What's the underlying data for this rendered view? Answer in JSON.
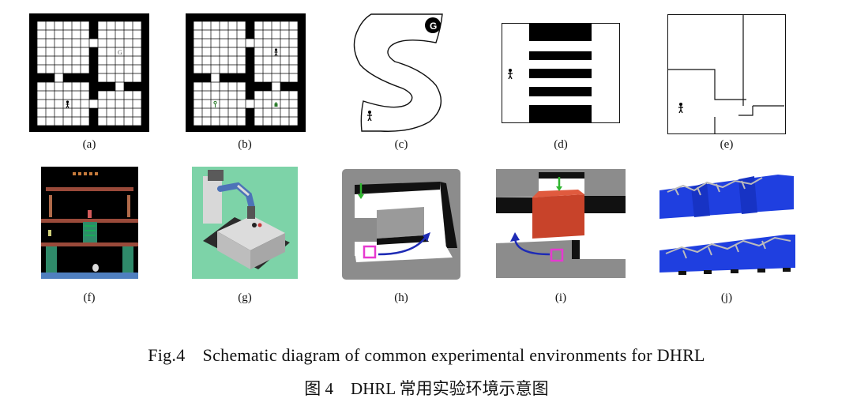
{
  "panels": [
    {
      "id": "a",
      "label": "(a)"
    },
    {
      "id": "b",
      "label": "(b)"
    },
    {
      "id": "c",
      "label": "(c)",
      "goal_text": "G"
    },
    {
      "id": "d",
      "label": "(d)"
    },
    {
      "id": "e",
      "label": "(e)"
    },
    {
      "id": "f",
      "label": "(f)"
    },
    {
      "id": "g",
      "label": "(g)"
    },
    {
      "id": "h",
      "label": "(h)"
    },
    {
      "id": "i",
      "label": "(i)"
    },
    {
      "id": "j",
      "label": "(j)"
    }
  ],
  "caption": {
    "en_prefix": "Fig.4",
    "en_text": "Schematic diagram of common experimental environments for DHRL",
    "zh_prefix": "图 4",
    "zh_text": "DHRL 常用实验环境示意图"
  },
  "colors": {
    "maze_wall": "#000000",
    "grid_line": "#000000",
    "sim_background_green": "#7dd3a8",
    "sim_floor_gray": "#8c8c8c",
    "block_red": "#c8432a",
    "arrow_blue": "#1e2bb5",
    "arrow_green": "#2fb52f",
    "target_magenta": "#e63ad0",
    "ant_blue": "#1f3fe0"
  }
}
